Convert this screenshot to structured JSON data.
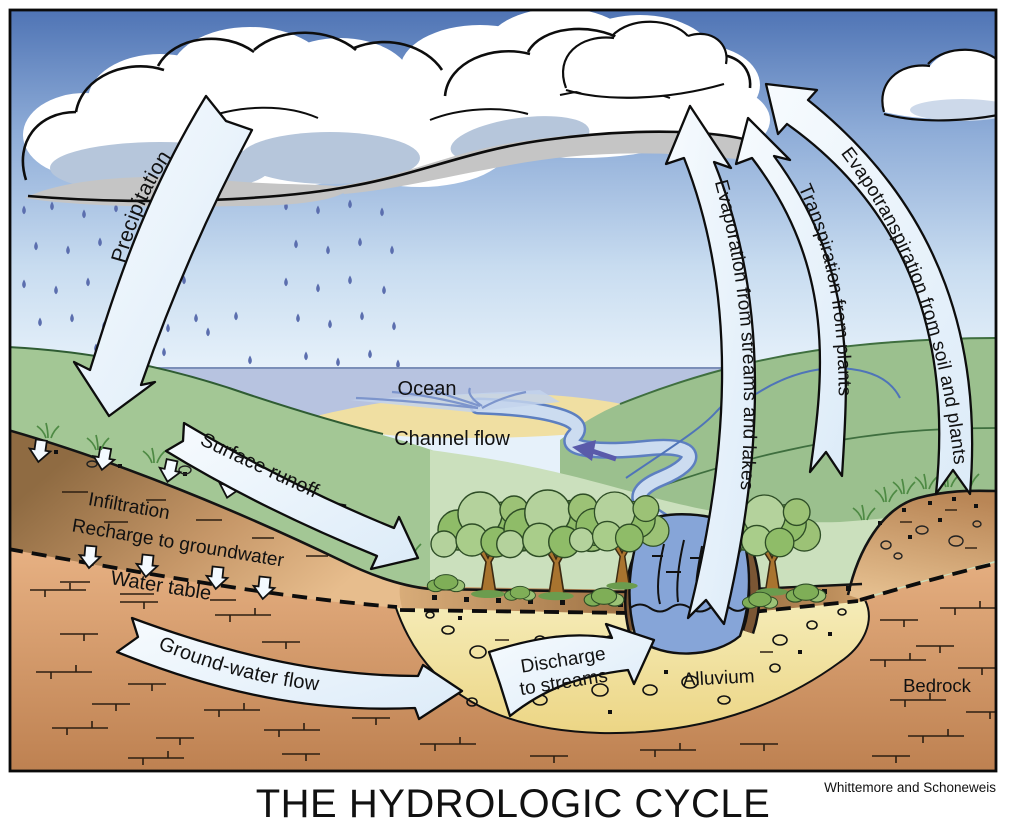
{
  "diagram": {
    "title": "THE HYDROLOGIC CYCLE",
    "credit": "Whittemore and Schoneweis",
    "labels": {
      "precipitation": "Precipitation",
      "surface_runoff": "Surface runoff",
      "infiltration": "Infiltration",
      "recharge_to_groundwater": "Recharge to groundwater",
      "water_table": "Water table",
      "groundwater_flow": "Ground-water flow",
      "discharge_line1": "Discharge",
      "discharge_line2": "to streams",
      "alluvium": "Alluvium",
      "bedrock": "Bedrock",
      "ocean": "Ocean",
      "channel_flow": "Channel flow",
      "evaporation": "Evaporation from streams and lakes",
      "transpiration": "Transpiration from plants",
      "evapotranspiration": "Evapotranspiration from soil and plants"
    },
    "colors": {
      "sky_top": "#4e73b4",
      "sky_bottom": "#e6f1fa",
      "ocean": "#b7c3e0",
      "hill_green": "#a3c795",
      "valley_green": "#cbe0bd",
      "beach_sand": "#f0dfa2",
      "soil_brown": "#c69768",
      "bedrock_brown": "#cf9563",
      "alluvium_yellow": "#efe0a0",
      "stream_blue": "#86a5d8",
      "river_blue": "#ccdcf0",
      "rain_blue": "#5b6eae",
      "cloud_shade": "#c5c5c5",
      "arrow_fill": "#eaf3fb"
    }
  }
}
